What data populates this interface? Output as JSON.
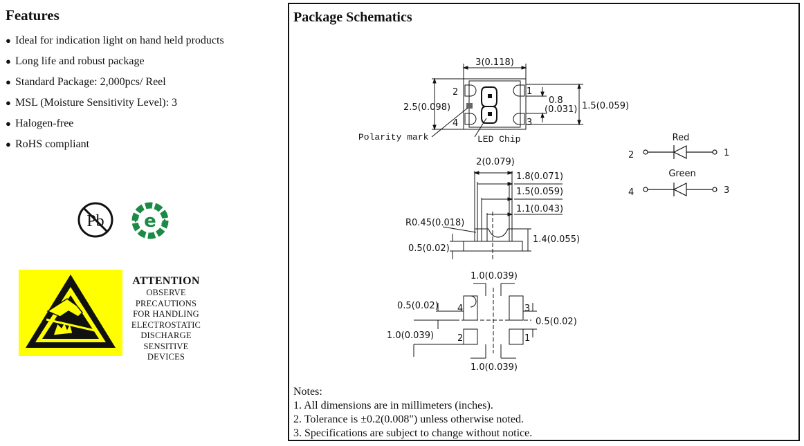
{
  "features": {
    "title": "Features",
    "items": [
      "Ideal for indication light on hand held products",
      "Long life and robust package",
      "Standard Package: 2,000pcs/ Reel",
      "MSL (Moisture Sensitivity Level): 3",
      "Halogen-free",
      "RoHS compliant"
    ],
    "bullet": "●"
  },
  "badges": {
    "lead_free_text": "Pb",
    "green_text": "e"
  },
  "attention": {
    "title": "ATTENTION",
    "lines": [
      "OBSERVE PRECAUTIONS",
      "FOR HANDLING",
      "ELECTROSTATIC",
      "DISCHARGE",
      "SENSITIVE",
      "DEVICES"
    ]
  },
  "schematics": {
    "title": "Package Schematics",
    "top_view": {
      "width": "3(0.118)",
      "height": "2.5(0.098)",
      "pad_height": "0.8",
      "pad_height_in": "(0.031)",
      "total": "1.5(0.059)",
      "pins": [
        "1",
        "2",
        "3",
        "4"
      ],
      "polarity_label": "Polarity mark",
      "chip_label": "LED Chip"
    },
    "side_view": {
      "dims": [
        "2(0.079)",
        "1.8(0.071)",
        "1.5(0.059)",
        "1.1(0.043)"
      ],
      "radius": "R0.45(0.018)",
      "base": "0.5(0.02)",
      "height": "1.4(0.055)"
    },
    "bottom_view": {
      "top_dim": "1.0(0.039)",
      "left_top": "0.5(0.02)",
      "left_bottom": "1.0(0.039)",
      "right": "0.5(0.02)",
      "bottom_dim": "1.0(0.039)",
      "pins": [
        "4",
        "3",
        "2",
        "1"
      ]
    },
    "circuit": {
      "red_label": "Red",
      "green_label": "Green",
      "red_pins": [
        "2",
        "1"
      ],
      "green_pins": [
        "4",
        "3"
      ]
    }
  },
  "notes": {
    "heading": "Notes:",
    "items": [
      "1. All dimensions are in millimeters (inches).",
      "2. Tolerance is ±0.2(0.008\") unless otherwise noted.",
      "3. Specifications are subject to change without notice."
    ]
  }
}
